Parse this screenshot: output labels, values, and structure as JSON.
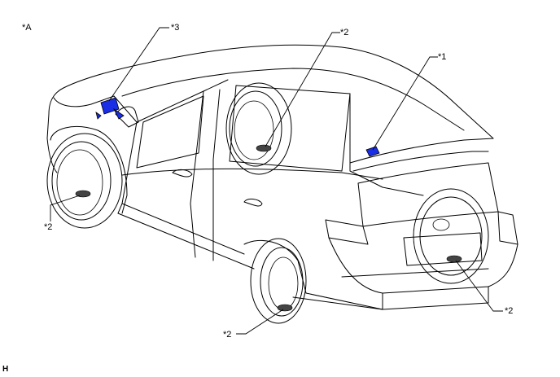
{
  "figure": {
    "view_label": "*A",
    "footer_code": "H",
    "callouts": {
      "c1": "*1",
      "c2_top": "*2",
      "c2_left": "*2",
      "c2_bottom": "*2",
      "c2_right": "*2",
      "c3": "*3"
    },
    "colors": {
      "highlight": "#1a2ee6",
      "line": "#000000",
      "sensor": "#444444"
    }
  }
}
